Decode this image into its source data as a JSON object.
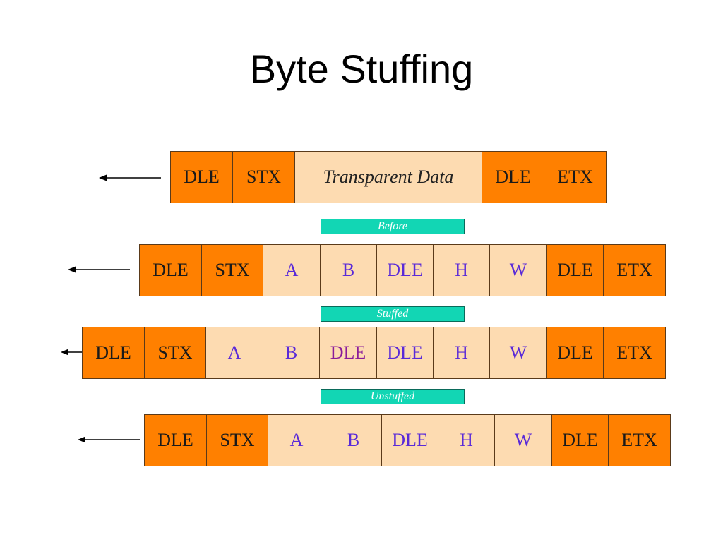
{
  "title": "Byte Stuffing",
  "rows": [
    {
      "cells": [
        {
          "text": "DLE",
          "kind": "ctrl"
        },
        {
          "text": "STX",
          "kind": "ctrl"
        },
        {
          "text": "Transparent Data",
          "kind": "data-italic"
        },
        {
          "text": "DLE",
          "kind": "ctrl"
        },
        {
          "text": "ETX",
          "kind": "ctrl"
        }
      ]
    },
    {
      "cells": [
        {
          "text": "DLE",
          "kind": "ctrl"
        },
        {
          "text": "STX",
          "kind": "ctrl"
        },
        {
          "text": "A",
          "kind": "data"
        },
        {
          "text": "B",
          "kind": "data"
        },
        {
          "text": "DLE",
          "kind": "data"
        },
        {
          "text": "H",
          "kind": "data"
        },
        {
          "text": "W",
          "kind": "data"
        },
        {
          "text": "DLE",
          "kind": "ctrl"
        },
        {
          "text": "ETX",
          "kind": "ctrl"
        }
      ]
    },
    {
      "cells": [
        {
          "text": "DLE",
          "kind": "ctrl"
        },
        {
          "text": "STX",
          "kind": "ctrl"
        },
        {
          "text": "A",
          "kind": "data"
        },
        {
          "text": "B",
          "kind": "data"
        },
        {
          "text": "DLE",
          "kind": "data-dup"
        },
        {
          "text": "DLE",
          "kind": "data"
        },
        {
          "text": "H",
          "kind": "data"
        },
        {
          "text": "W",
          "kind": "data"
        },
        {
          "text": "DLE",
          "kind": "ctrl"
        },
        {
          "text": "ETX",
          "kind": "ctrl"
        }
      ]
    },
    {
      "cells": [
        {
          "text": "DLE",
          "kind": "ctrl"
        },
        {
          "text": "STX",
          "kind": "ctrl"
        },
        {
          "text": "A",
          "kind": "data"
        },
        {
          "text": "B",
          "kind": "data"
        },
        {
          "text": "DLE",
          "kind": "data"
        },
        {
          "text": "H",
          "kind": "data"
        },
        {
          "text": "W",
          "kind": "data"
        },
        {
          "text": "DLE",
          "kind": "ctrl"
        },
        {
          "text": "ETX",
          "kind": "ctrl"
        }
      ]
    }
  ],
  "stage_labels": [
    "Before",
    "Stuffed",
    "Unstuffed"
  ],
  "colors": {
    "control_byte": "#ff8000",
    "data_byte": "#fddbb1",
    "data_text": "#5a2ad8",
    "stuffed_byte_text": "#8a1c9a",
    "stage_label": "#12d6b4"
  }
}
